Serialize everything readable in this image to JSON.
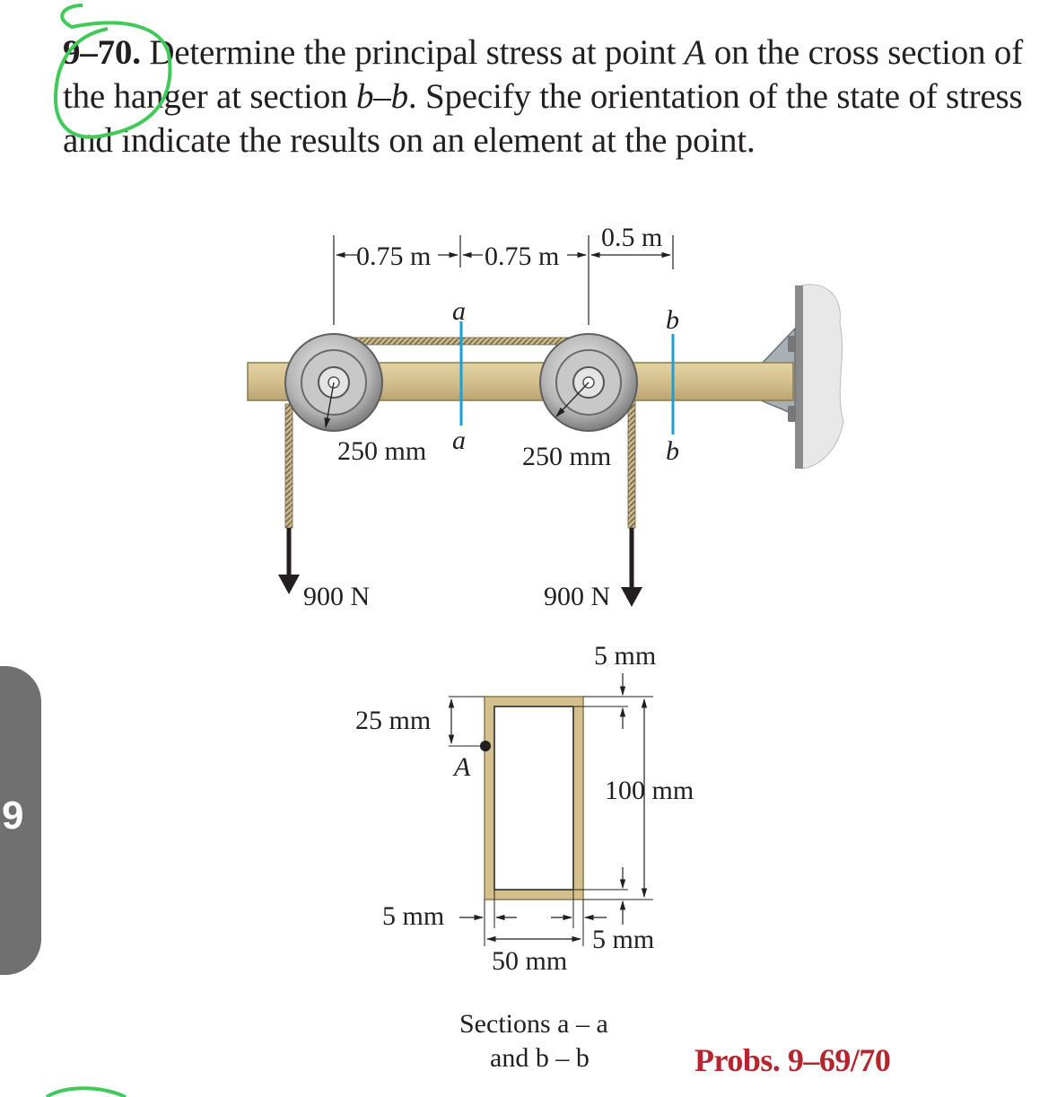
{
  "problem": {
    "number": "9–70.",
    "text_1": "Determine the principal stress at point ",
    "point": "A",
    "text_2": " on the cross section of the hanger at section ",
    "section": "b–b",
    "text_3": ". Specify the orientation of the state of stress and indicate the results on an element at the point."
  },
  "chapter_tab": "9",
  "figure": {
    "dim_left": "0.75 m",
    "dim_mid": "0.75 m",
    "dim_right": "0.5 m",
    "sec_a": "a",
    "sec_b": "b",
    "radius_left": "250 mm",
    "radius_right": "250 mm",
    "load_left": "900 N",
    "load_right": "900 N"
  },
  "cross_section": {
    "top_wall": "5 mm",
    "dist_A": "25 mm",
    "point": "A",
    "height": "100 mm",
    "left_wall": "5 mm",
    "bottom_wall": "5 mm",
    "width": "50 mm",
    "caption_1": "Sections a – a",
    "caption_2": "and b – b"
  },
  "caption": "Probs. 9–69/70",
  "colors": {
    "title_red": "#b3262e",
    "section_line": "#1a9fd6",
    "beam_tan": "#d4c08e",
    "annotation_green": "#41c95a",
    "tab_gray": "#707070"
  }
}
